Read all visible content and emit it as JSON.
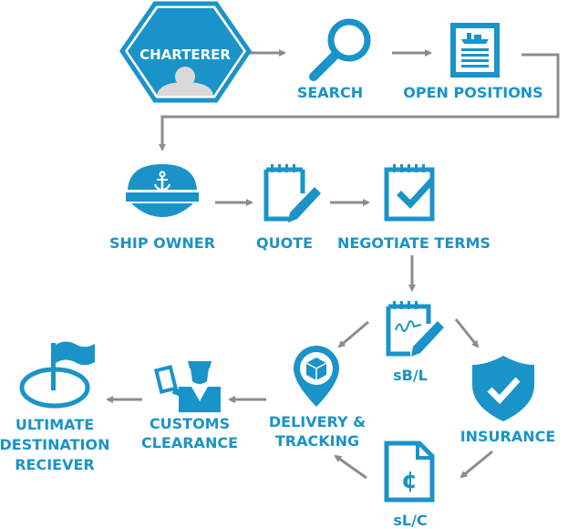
{
  "colors": {
    "accent": "#1a93c9",
    "arrow": "#8c8c8c"
  },
  "nodes": {
    "charterer": {
      "label": "CHARTERER",
      "icon": "person-icon"
    },
    "search": {
      "label": "SEARCH",
      "icon": "magnifier-icon"
    },
    "open_positions": {
      "label": "OPEN POSITIONS",
      "icon": "document-ship-icon"
    },
    "ship_owner": {
      "label": "SHIP OWNER",
      "icon": "captain-hat-icon"
    },
    "quote": {
      "label": "QUOTE",
      "icon": "notepad-pencil-icon"
    },
    "negotiate_terms": {
      "label": "NEGOTIATE TERMS",
      "icon": "notepad-check-icon"
    },
    "sbl": {
      "label": "sB/L",
      "icon": "notepad-signature-icon"
    },
    "insurance": {
      "label": "INSURANCE",
      "icon": "shield-check-icon"
    },
    "slc": {
      "label": "sL/C",
      "icon": "coin-document-icon"
    },
    "delivery": {
      "label_line1": "DELIVERY &",
      "label_line2": "TRACKING",
      "icon": "map-pin-box-icon"
    },
    "customs": {
      "label_line1": "CUSTOMS",
      "label_line2": "CLEARANCE",
      "icon": "customs-officer-icon"
    },
    "ultimate": {
      "label_line1": "ULTIMATE",
      "label_line2": "DESTINATION",
      "label_line3": "RECIEVER",
      "icon": "flag-target-icon"
    }
  }
}
